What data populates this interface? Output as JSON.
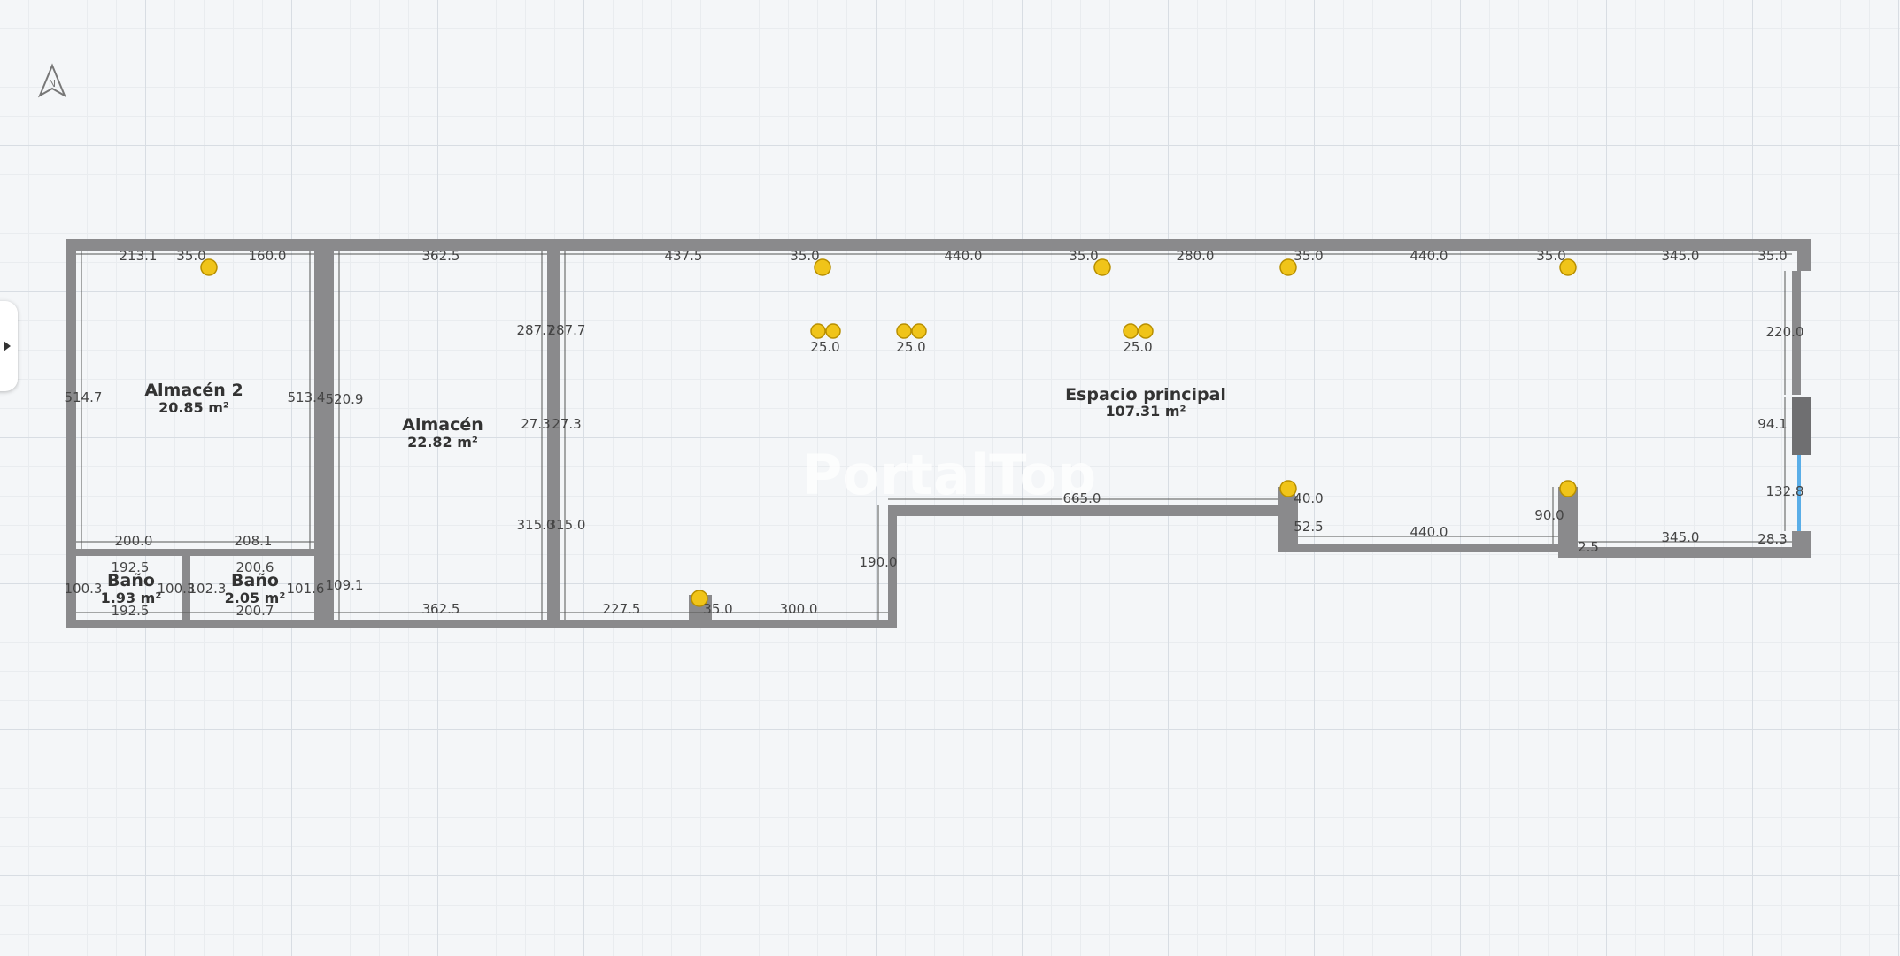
{
  "watermark": "PortalTop",
  "compass": {
    "label": "N",
    "icon": "north-arrow-icon"
  },
  "side_panel": {
    "icon": "chevron-right-icon"
  },
  "rooms": [
    {
      "id": "almacen2",
      "name": "Almacén 2",
      "area": "20.85 m²"
    },
    {
      "id": "almacen",
      "name": "Almacén",
      "area": "22.82 m²"
    },
    {
      "id": "espacio",
      "name": "Espacio principal",
      "area": "107.31 m²"
    },
    {
      "id": "bano1",
      "name": "Baño",
      "area": "1.93 m²"
    },
    {
      "id": "bano2",
      "name": "Baño",
      "area": "2.05 m²"
    }
  ],
  "dimensions": [
    "213.1",
    "35.0",
    "160.0",
    "362.5",
    "437.5",
    "35.0",
    "440.0",
    "35.0",
    "280.0",
    "35.0",
    "440.0",
    "35.0",
    "345.0",
    "35.0",
    "287.7",
    "287.7",
    "27.3",
    "27.3",
    "315.0",
    "315.0",
    "514.7",
    "513.4",
    "520.9",
    "25.0",
    "25.0",
    "25.0",
    "220.0",
    "94.1",
    "132.8",
    "665.0",
    "40.0",
    "52.5",
    "440.0",
    "90.0",
    "2.5",
    "345.0",
    "28.3",
    "190.0",
    "200.0",
    "208.1",
    "192.5",
    "200.6",
    "100.3",
    "100.3",
    "102.3",
    "101.6",
    "109.1",
    "192.5",
    "200.7",
    "362.5",
    "227.5",
    "35.0",
    "300.0"
  ],
  "colors": {
    "wall": "#8a8a8c",
    "wall_dark": "#6f6f71",
    "fixture": "#f0c419",
    "window": "#5aaee8"
  }
}
